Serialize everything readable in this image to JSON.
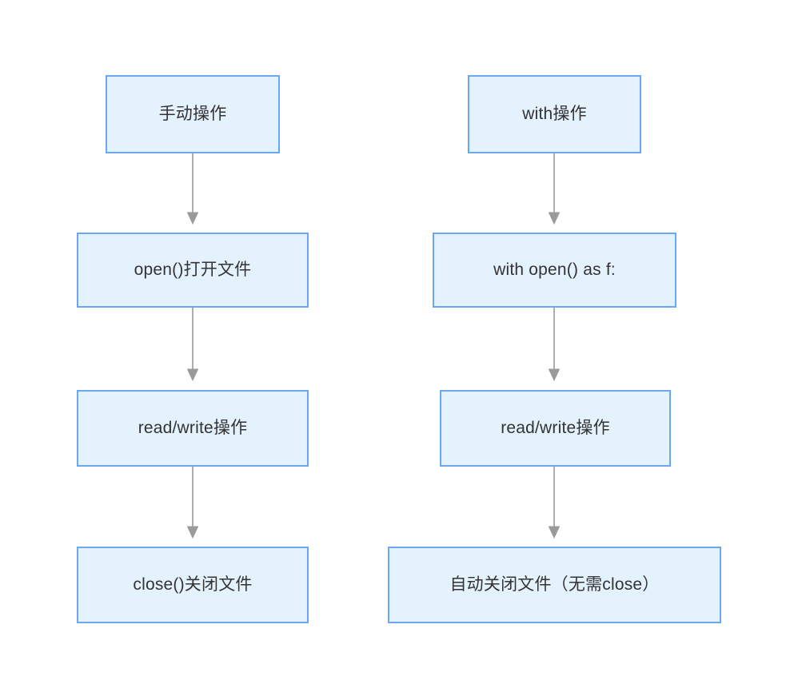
{
  "diagram": {
    "title": "",
    "background_color": "#ffffff",
    "node_fill_color": "#e4f2fd",
    "node_border_color": "#6aa8f5",
    "edge_color": "#9a9a9a",
    "text_color": "#333333",
    "columns": [
      {
        "id": "manual-flow",
        "nodes": [
          {
            "id": "l1",
            "label": "手动操作"
          },
          {
            "id": "l2",
            "label": "open()打开文件"
          },
          {
            "id": "l3",
            "label": "read/write操作"
          },
          {
            "id": "l4",
            "label": "close()关闭文件"
          }
        ],
        "edges": [
          {
            "from": "l1",
            "to": "l2",
            "label": ""
          },
          {
            "from": "l2",
            "to": "l3",
            "label": ""
          },
          {
            "from": "l3",
            "to": "l4",
            "label": ""
          }
        ]
      },
      {
        "id": "with-flow",
        "nodes": [
          {
            "id": "r1",
            "label": "with操作"
          },
          {
            "id": "r2",
            "label": "with open() as f:"
          },
          {
            "id": "r3",
            "label": "read/write操作"
          },
          {
            "id": "r4",
            "label": "自动关闭文件（无需close）"
          }
        ],
        "edges": [
          {
            "from": "r1",
            "to": "r2",
            "label": ""
          },
          {
            "from": "r2",
            "to": "r3",
            "label": ""
          },
          {
            "from": "r3",
            "to": "r4",
            "label": ""
          }
        ]
      }
    ]
  }
}
